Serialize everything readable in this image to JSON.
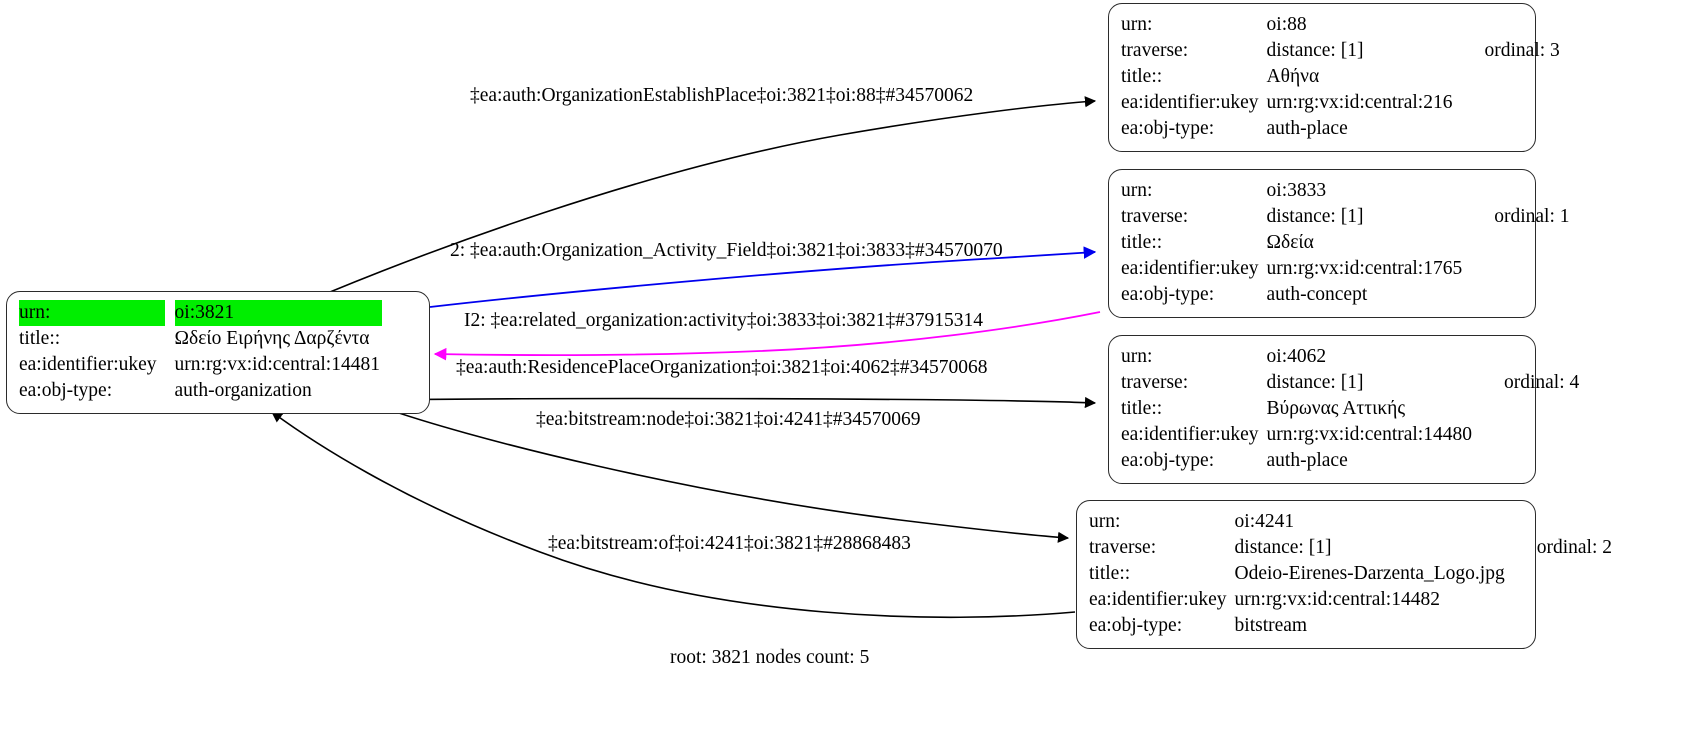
{
  "graph": {
    "footer": "root: 3821 nodes count: 5",
    "root_node": {
      "name": "root-node-3821",
      "highlight_color": "#00ee00",
      "rows": [
        {
          "key": "urn:",
          "value": "oi:3821",
          "extra": "",
          "highlight": true
        },
        {
          "key": "title::",
          "value": "Ωδείο Ειρήνης Δαρζέντα",
          "extra": "",
          "highlight": false
        },
        {
          "key": "ea:identifier:ukey",
          "value": "urn:rg:vx:id:central:14481",
          "extra": "",
          "highlight": false
        },
        {
          "key": "ea:obj-type:",
          "value": "auth-organization",
          "extra": "",
          "highlight": false
        }
      ]
    },
    "nodes": [
      {
        "name": "node-oi-88",
        "rows": [
          {
            "key": "urn:",
            "value": "oi:88",
            "extra": ""
          },
          {
            "key": "traverse:",
            "value": "distance: [1]",
            "extra": "ordinal: 3"
          },
          {
            "key": "title::",
            "value": "Αθήνα",
            "extra": ""
          },
          {
            "key": "ea:identifier:ukey",
            "value": "urn:rg:vx:id:central:216",
            "extra": ""
          },
          {
            "key": "ea:obj-type:",
            "value": "auth-place",
            "extra": ""
          }
        ]
      },
      {
        "name": "node-oi-3833",
        "rows": [
          {
            "key": "urn:",
            "value": "oi:3833",
            "extra": ""
          },
          {
            "key": "traverse:",
            "value": "distance: [1]",
            "extra": "ordinal: 1"
          },
          {
            "key": "title::",
            "value": "Ωδεία",
            "extra": ""
          },
          {
            "key": "ea:identifier:ukey",
            "value": "urn:rg:vx:id:central:1765",
            "extra": ""
          },
          {
            "key": "ea:obj-type:",
            "value": "auth-concept",
            "extra": ""
          }
        ]
      },
      {
        "name": "node-oi-4062",
        "rows": [
          {
            "key": "urn:",
            "value": "oi:4062",
            "extra": ""
          },
          {
            "key": "traverse:",
            "value": "distance: [1]",
            "extra": "ordinal: 4"
          },
          {
            "key": "title::",
            "value": "Βύρωνας Αττικής",
            "extra": ""
          },
          {
            "key": "ea:identifier:ukey",
            "value": "urn:rg:vx:id:central:14480",
            "extra": ""
          },
          {
            "key": "ea:obj-type:",
            "value": "auth-place",
            "extra": ""
          }
        ]
      },
      {
        "name": "node-oi-4241",
        "rows": [
          {
            "key": "urn:",
            "value": "oi:4241",
            "extra": ""
          },
          {
            "key": "traverse:",
            "value": "distance: [1]",
            "extra": "ordinal: 2"
          },
          {
            "key": "title::",
            "value": "Odeio-Eirenes-Darzenta_Logo.jpg",
            "extra": ""
          },
          {
            "key": "ea:identifier:ukey",
            "value": "urn:rg:vx:id:central:14482",
            "extra": ""
          },
          {
            "key": "ea:obj-type:",
            "value": "bitstream",
            "extra": ""
          }
        ]
      }
    ],
    "edges": [
      {
        "name": "edge-organization-establish-place",
        "label": "‡ea:auth:OrganizationEstablishPlace‡oi:3821‡oi:88‡#34570062",
        "color": "#000000"
      },
      {
        "name": "edge-organization-activity-field",
        "label": "2: ‡ea:auth:Organization_Activity_Field‡oi:3821‡oi:3833‡#34570070",
        "color": "#0000ee"
      },
      {
        "name": "edge-related-organization-activity",
        "label": "I2: ‡ea:related_organization:activity‡oi:3833‡oi:3821‡#37915314",
        "color": "#ff00ff"
      },
      {
        "name": "edge-residence-place-organization",
        "label": "‡ea:auth:ResidencePlaceOrganization‡oi:3821‡oi:4062‡#34570068",
        "color": "#000000"
      },
      {
        "name": "edge-bitstream-node",
        "label": "‡ea:bitstream:node‡oi:3821‡oi:4241‡#34570069",
        "color": "#000000"
      },
      {
        "name": "edge-bitstream-of",
        "label": "‡ea:bitstream:of‡oi:4241‡oi:3821‡#28868483",
        "color": "#000000"
      }
    ]
  }
}
